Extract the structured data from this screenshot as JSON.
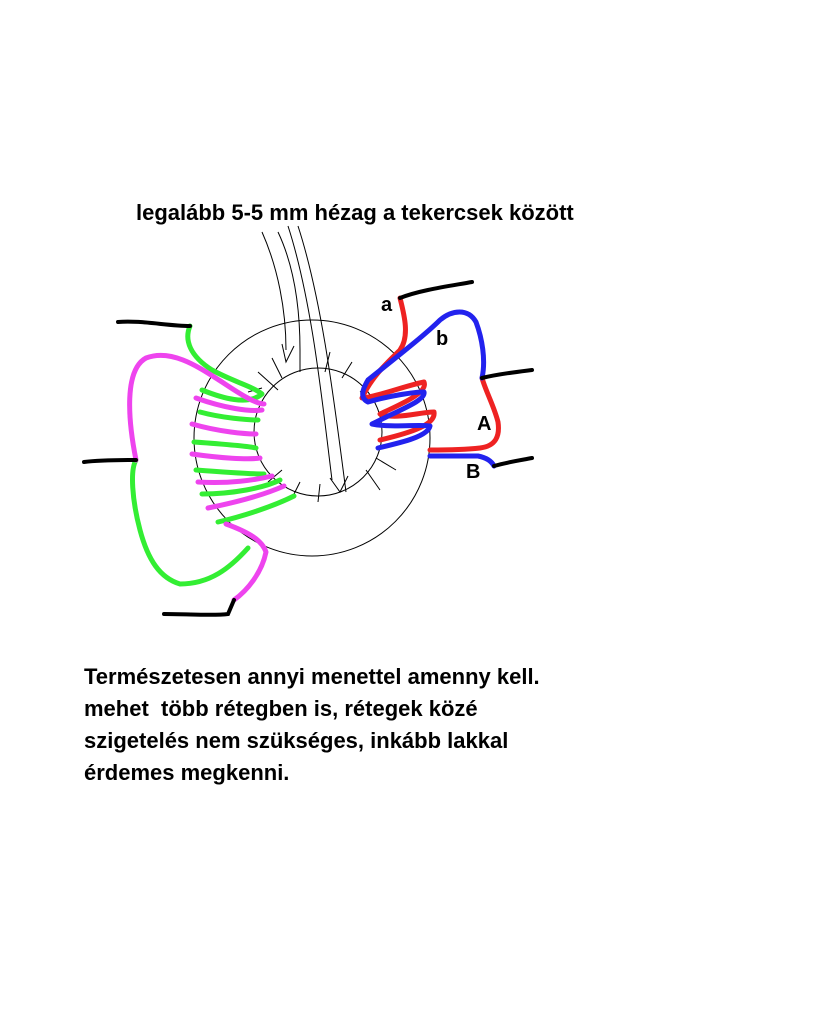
{
  "diagram": {
    "title": "legalább 5-5 mm hézag a tekercsek között",
    "labels": {
      "a": "a",
      "b": "b",
      "A": "A",
      "B": "B"
    },
    "note_lines": [
      "Természetesen annyi menettel amenny kell.",
      "mehet  több rétegben is, rétegek közé",
      "szigetelés nem szükséges, inkább lakkal",
      "érdemes megkenni."
    ],
    "colors": {
      "core": "#000000",
      "leads": "#000000",
      "winding_1": "#33ee33",
      "winding_2": "#ee44ee",
      "winding_3": "#ee2222",
      "winding_4": "#2222ee"
    }
  }
}
